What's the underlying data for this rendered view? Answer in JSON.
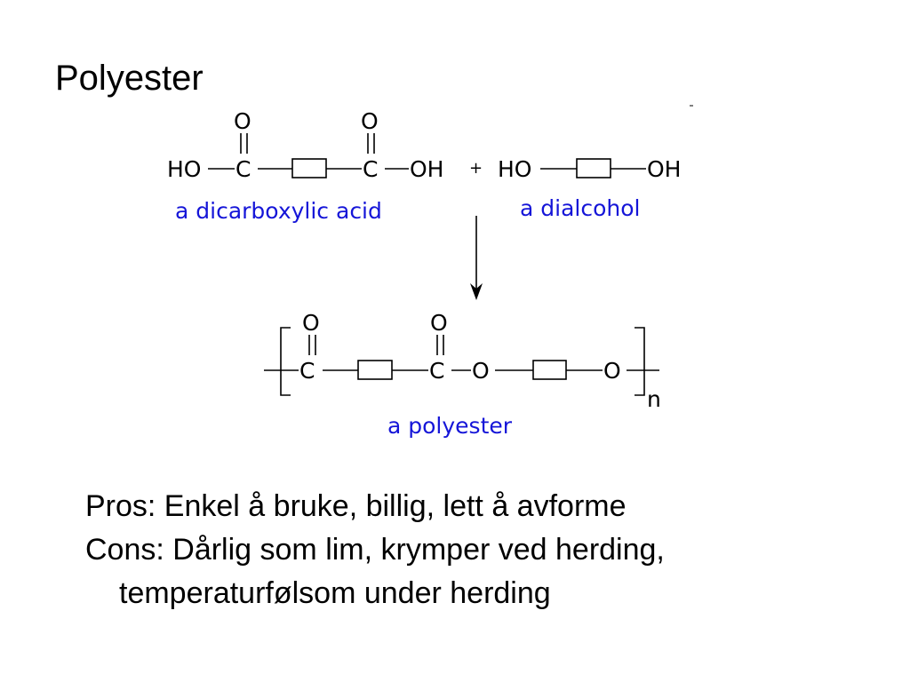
{
  "slide": {
    "title": "Polyester"
  },
  "reaction": {
    "acid": {
      "left_group": "HO",
      "carbon": "C",
      "oxygen": "O",
      "right_group": "OH",
      "label": "a dicarboxylic acid"
    },
    "plus": "+",
    "alcohol": {
      "left_group": "HO",
      "right_group": "OH",
      "label": "a dialcohol"
    },
    "polymer": {
      "carbon": "C",
      "oxygen": "O",
      "subscript": "n",
      "label": "a polyester"
    }
  },
  "colors": {
    "label_blue": "#1515d8",
    "text": "#000000"
  },
  "bullets": {
    "pros": "Pros: Enkel å bruke, billig, lett å avforme",
    "cons_line1": "Cons: Dårlig som lim, krymper ved herding,",
    "cons_line2": "temperaturfølsom under herding"
  }
}
